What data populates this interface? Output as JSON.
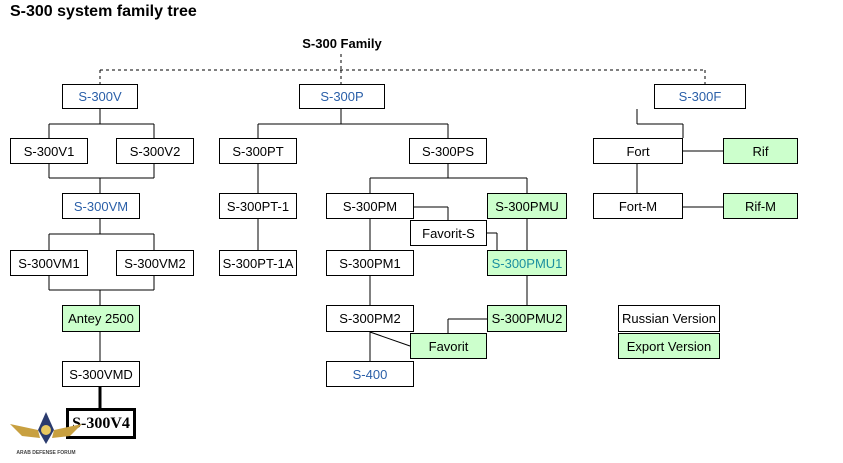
{
  "title": "S-300 system family tree",
  "family_label": "S-300 Family",
  "nodes": {
    "s300v": "S-300V",
    "s300p": "S-300P",
    "s300f": "S-300F",
    "s300v1": "S-300V1",
    "s300v2": "S-300V2",
    "s300pt": "S-300PT",
    "s300ps": "S-300PS",
    "fort": "Fort",
    "rif": "Rif",
    "s300vm": "S-300VM",
    "s300pt1": "S-300PT-1",
    "s300pm": "S-300PM",
    "s300pmu": "S-300PMU",
    "fortm": "Fort-M",
    "rifm": "Rif-M",
    "favorits": "Favorit-S",
    "s300vm1": "S-300VM1",
    "s300vm2": "S-300VM2",
    "s300pt1a": "S-300PT-1A",
    "s300pm1": "S-300PM1",
    "s300pmu1": "S-300PMU1",
    "antey": "Antey 2500",
    "s300pm2": "S-300PM2",
    "s300pmu2": "S-300PMU2",
    "favorit": "Favorit",
    "s300vmd": "S-300VMD",
    "s400": "S-400",
    "s300v4": "S-300V4"
  },
  "legend": {
    "russian": "Russian Version",
    "export": "Export Version"
  },
  "colors": {
    "export_fill": "#ccffcc",
    "blue_text": "#2a5fa8",
    "cyan_text": "#1b8fa0"
  },
  "logo_text": "ARAB DEFENSE FORUM"
}
